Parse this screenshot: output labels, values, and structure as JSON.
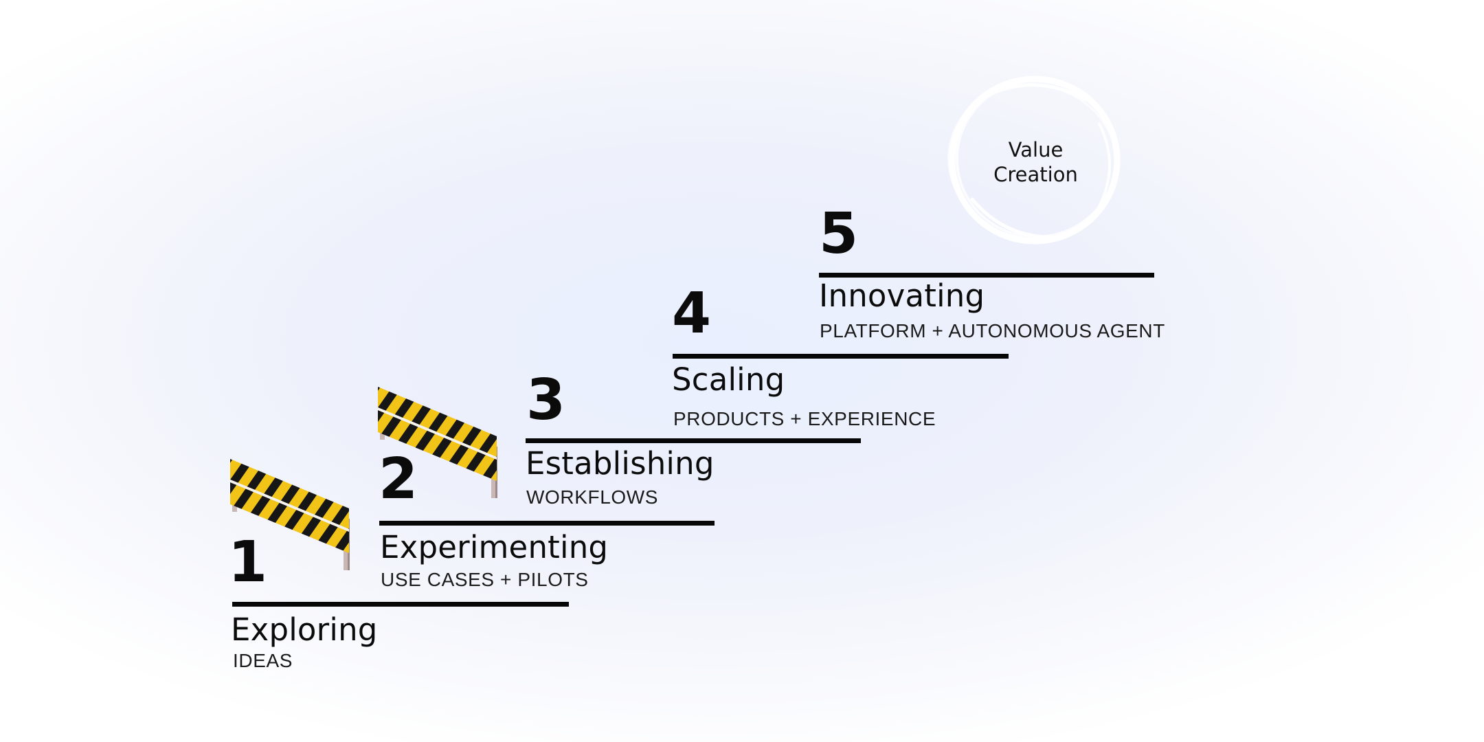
{
  "steps": [
    {
      "number": "1",
      "title": "Exploring",
      "subtitle": "IDEAS"
    },
    {
      "number": "2",
      "title": "Experimenting",
      "subtitle": "USE CASES + PILOTS"
    },
    {
      "number": "3",
      "title": "Establishing",
      "subtitle": "WORKFLOWS"
    },
    {
      "number": "4",
      "title": "Scaling",
      "subtitle": "PRODUCTS + EXPERIENCE"
    },
    {
      "number": "5",
      "title": "Innovating",
      "subtitle": "PLATFORM + AUTONOMOUS AGENT"
    }
  ],
  "goal": {
    "line1": "Value",
    "line2": "Creation"
  },
  "colors": {
    "barrier_yellow": "#f2c417",
    "barrier_black": "#161616",
    "post": "#c9b7b5",
    "rule": "#070707"
  }
}
